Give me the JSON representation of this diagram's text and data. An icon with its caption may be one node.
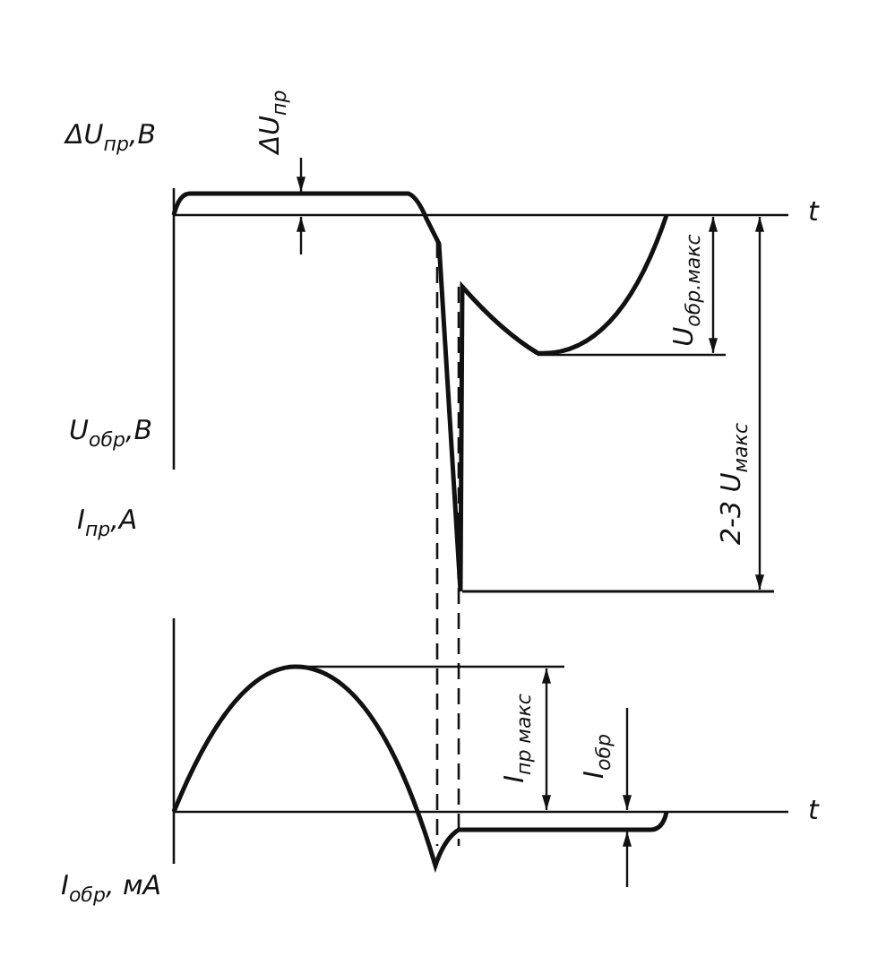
{
  "diagram": {
    "labels": [
      "ΔU$_{пр}$,В",
      "ΔU$_{пр}$",
      "t",
      "U$_{обр.макс}$",
      "U$_{обр}$,В",
      "2-3 U$_{макс}$",
      "I$_{пр}$,А",
      "I$_{пр макс}$",
      "I$_{обр}$",
      "t",
      "I$_{обр}$, мА"
    ]
  }
}
